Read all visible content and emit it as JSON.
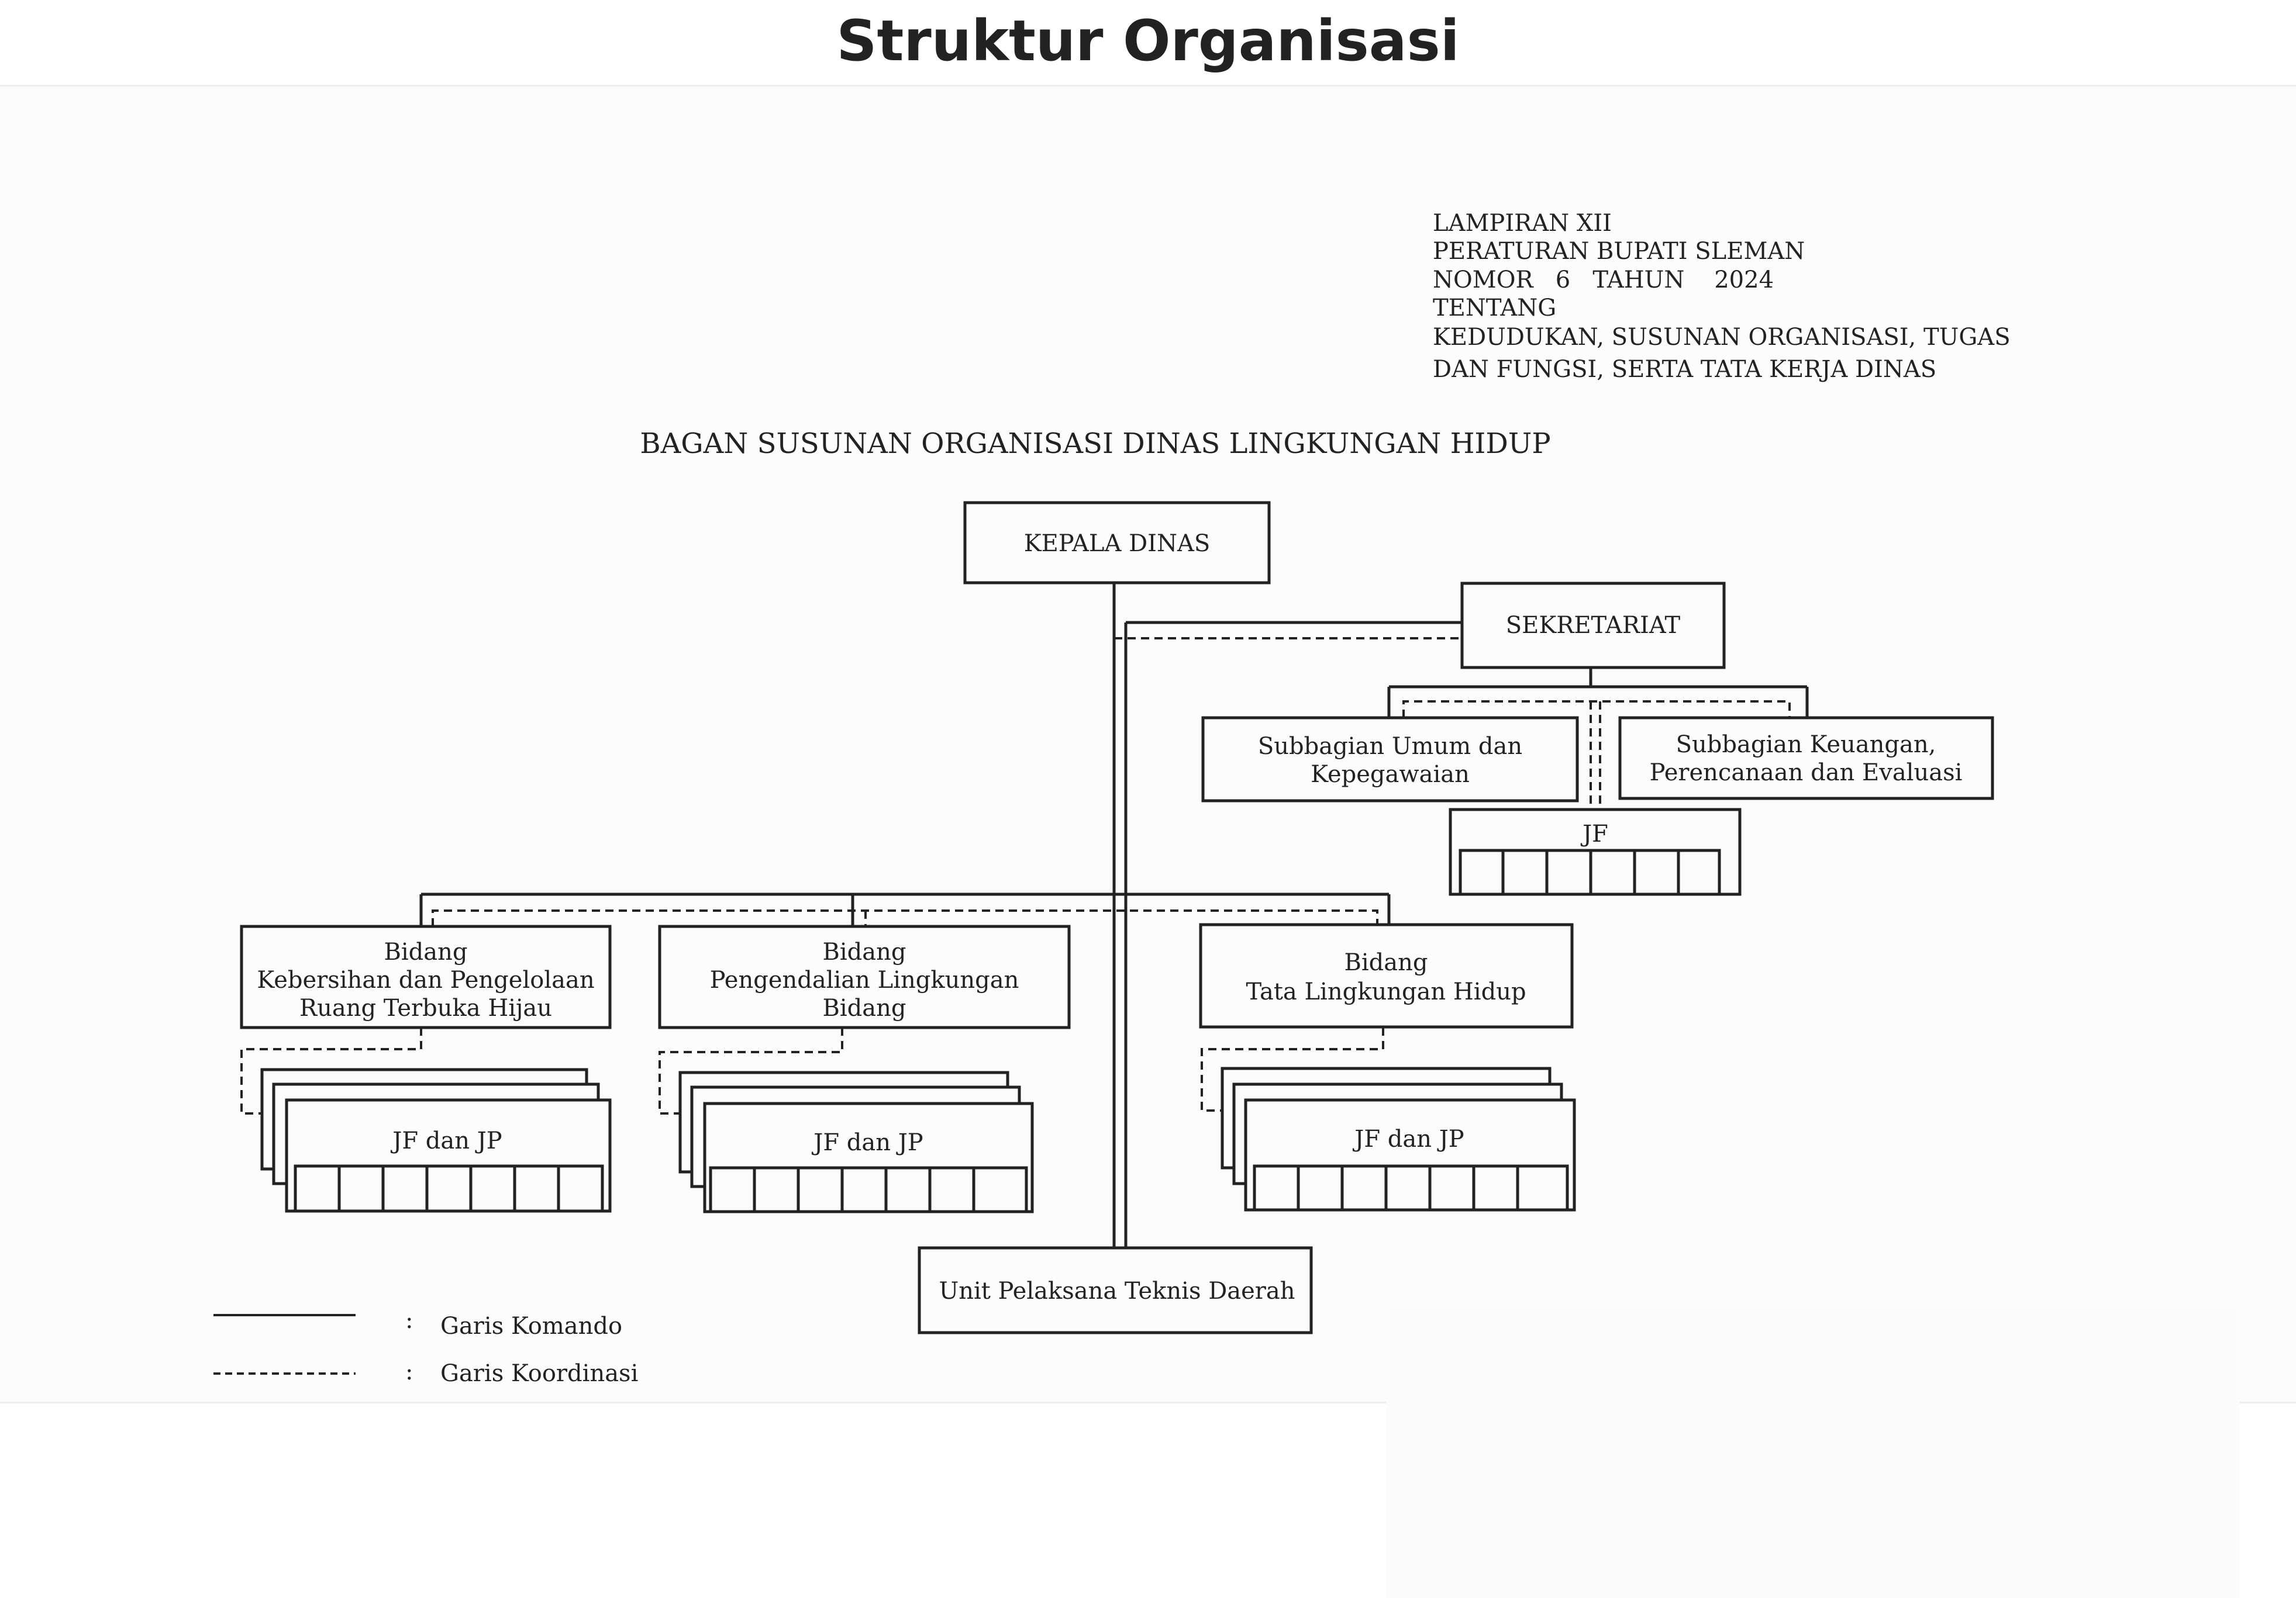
{
  "page_title": "Struktur Organisasi",
  "header": {
    "lines": [
      "LAMPIRAN XII",
      "PERATURAN BUPATI SLEMAN",
      "NOMOR   6   TAHUN    2024",
      "TENTANG",
      "KEDUDUKAN, SUSUNAN ORGANISASI, TUGAS",
      "DAN FUNGSI, SERTA TATA KERJA DINAS"
    ]
  },
  "chart_title": "BAGAN SUSUNAN ORGANISASI DINAS LINGKUNGAN HIDUP",
  "nodes": {
    "kepala": "KEPALA DINAS",
    "sekretariat": "SEKRETARIAT",
    "subbag_umum": [
      "Subbagian Umum dan",
      "Kepegawaian"
    ],
    "subbag_keuangan": [
      "Subbagian Keuangan,",
      "Perencanaan dan Evaluasi"
    ],
    "jf_sekretariat": "JF",
    "bidang_kebersihan": [
      "Bidang",
      "Kebersihan dan Pengelolaan",
      "Ruang Terbuka Hijau"
    ],
    "bidang_pengendalian": [
      "Bidang",
      "Pengendalian Lingkungan",
      "Bidang"
    ],
    "bidang_tata": [
      "Bidang",
      "Tata Lingkungan Hidup"
    ],
    "jf_jp": "JF dan JP",
    "uptd": "Unit Pelaksana Teknis Daerah"
  },
  "legend": {
    "separator": ":",
    "command": "Garis Komando",
    "coordination": "Garis Koordinasi"
  }
}
